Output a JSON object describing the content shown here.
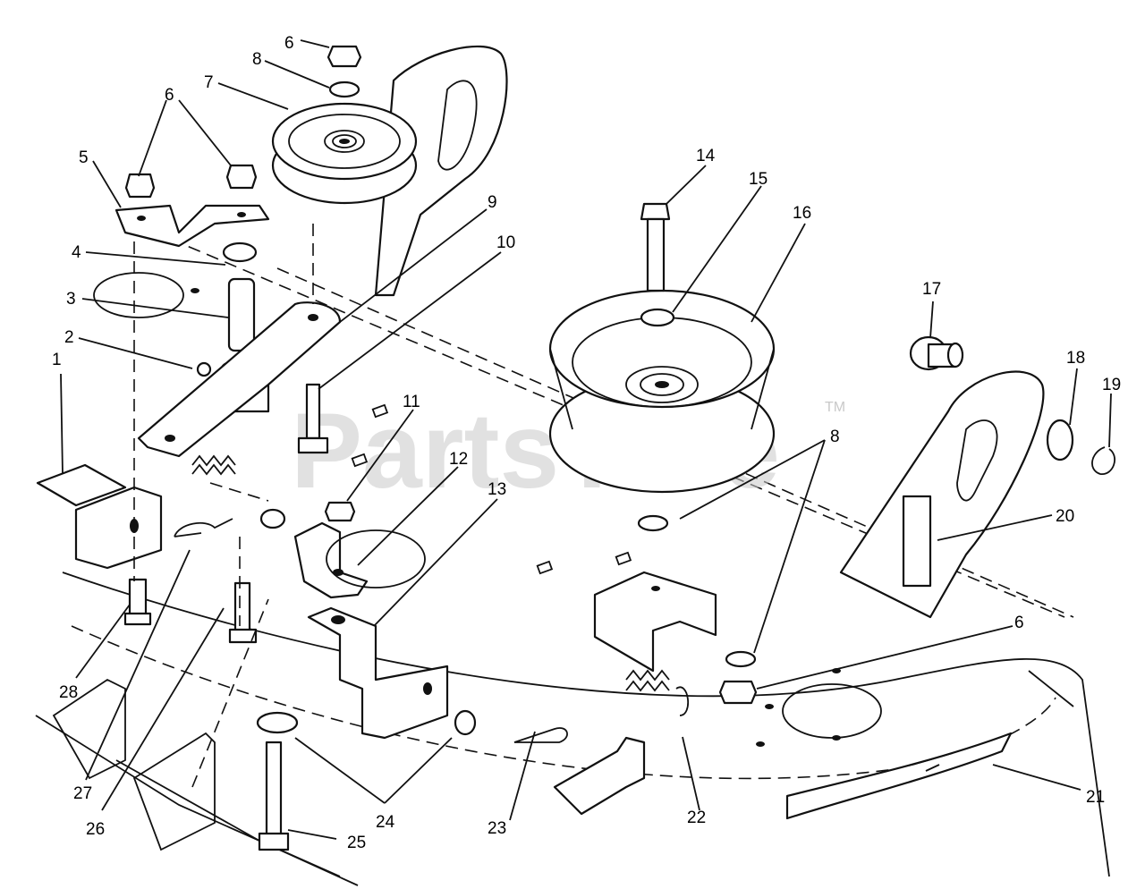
{
  "watermark": {
    "text": "PartsTree",
    "trademark": "TM"
  },
  "callouts": {
    "c1": "1",
    "c2": "2",
    "c3": "3",
    "c4": "4",
    "c5": "5",
    "c6a": "6",
    "c6b": "6",
    "c6c": "6",
    "c7": "7",
    "c8a": "8",
    "c8b": "8",
    "c9": "9",
    "c10": "10",
    "c11": "11",
    "c12": "12",
    "c13": "13",
    "c14": "14",
    "c15": "15",
    "c16": "16",
    "c17": "17",
    "c18": "18",
    "c19": "19",
    "c20": "20",
    "c21": "21",
    "c22": "22",
    "c23": "23",
    "c24": "24",
    "c25": "25",
    "c26": "26",
    "c27": "27",
    "c28": "28"
  }
}
